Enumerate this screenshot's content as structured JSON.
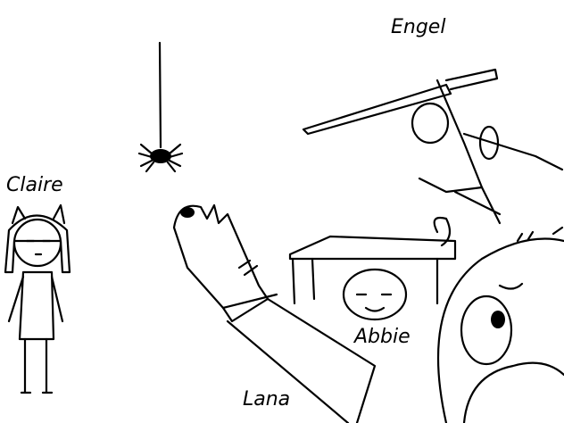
{
  "labels": {
    "engel": "Engel",
    "claire": "Claire",
    "abbie": "Abbie",
    "lana": "Lana"
  },
  "colors": {
    "ink": "#000000",
    "background": "#ffffff"
  }
}
